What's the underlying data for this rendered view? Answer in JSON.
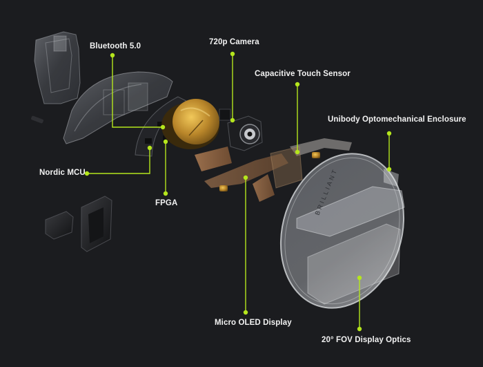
{
  "colors": {
    "background": "#1b1c1f",
    "callout": "#b5e61d",
    "label": "#f2f2f2"
  },
  "labels": {
    "bluetooth": "Bluetooth 5.0",
    "camera": "720p Camera",
    "touch_sensor": "Capacitive Touch Sensor",
    "enclosure": "Unibody Optomechanical Enclosure",
    "mcu": "Nordic MCU",
    "fpga": "FPGA",
    "oled": "Micro OLED Display",
    "optics": "20° FOV Display Optics"
  },
  "engraving": "BRILLIANT"
}
